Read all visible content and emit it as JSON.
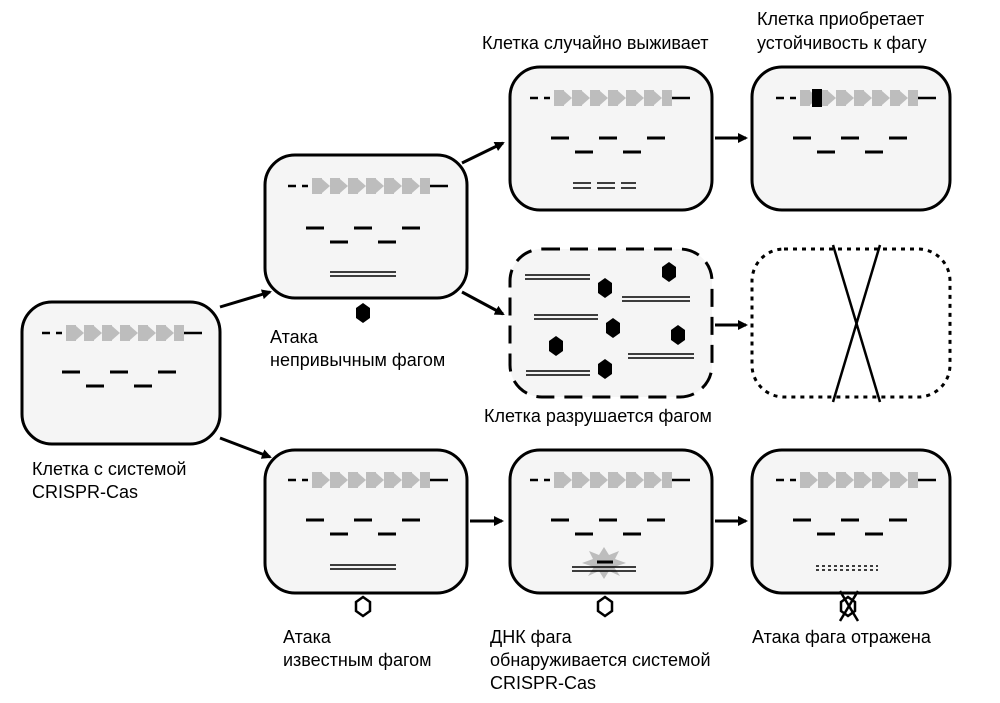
{
  "labels": {
    "start_line1": "Клетка с системой",
    "start_line2": "CRISPR-Cas",
    "unfamiliar_line1": "Атака",
    "unfamiliar_line2": "непривычным фагом",
    "known_line1": "Атака",
    "known_line2": "известным фагом",
    "survives": "Клетка случайно выживает",
    "resist_line1": "Клетка приобретает",
    "resist_line2": "устойчивость к фагу",
    "destroyed": "Клетка разрушается фагом",
    "detect_line1": "ДНК фага",
    "detect_line2": "обнаруживается системой",
    "detect_line3": "CRISPR-Cas",
    "repelled": "Атака фага отражена"
  },
  "colors": {
    "spacer_gray": "#bdbdbd",
    "cell_fill": "#f5f5f5",
    "ink": "#000000"
  }
}
